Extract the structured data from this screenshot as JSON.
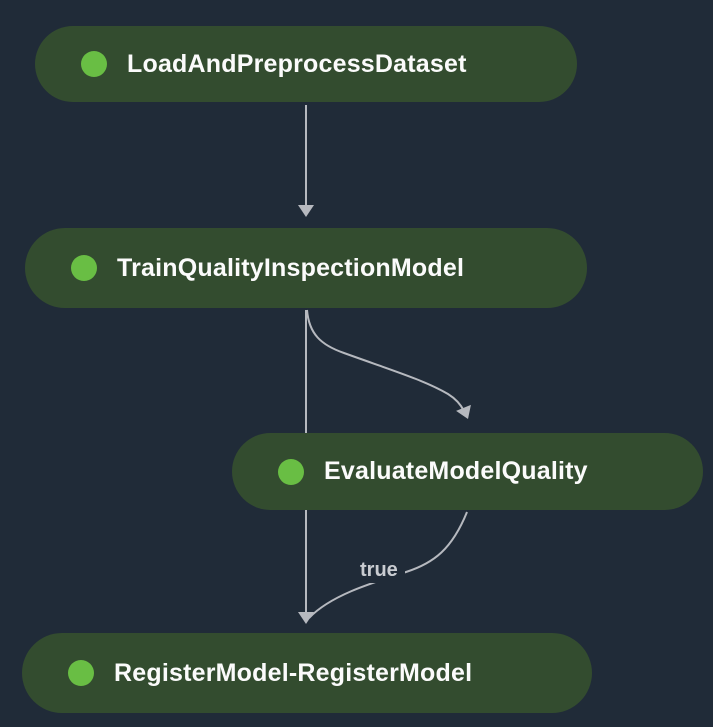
{
  "colors": {
    "background": "#202B38",
    "node_fill": "#334C2F",
    "node_text": "#FBFBFB",
    "status_dot": "#69BE44",
    "edge": "#B6B9BF",
    "edge_label_text": "#C9CCD1"
  },
  "diagram": {
    "type": "pipeline-dag",
    "nodes": [
      {
        "id": "load",
        "label": "LoadAndPreprocessDataset",
        "status": "success"
      },
      {
        "id": "train",
        "label": "TrainQualityInspectionModel",
        "status": "success"
      },
      {
        "id": "evaluate",
        "label": "EvaluateModelQuality",
        "status": "success"
      },
      {
        "id": "register",
        "label": "RegisterModel-RegisterModel",
        "status": "success"
      }
    ],
    "edges": [
      {
        "from": "load",
        "to": "train",
        "label": ""
      },
      {
        "from": "train",
        "to": "evaluate",
        "label": ""
      },
      {
        "from": "train",
        "to": "register",
        "label": ""
      },
      {
        "from": "evaluate",
        "to": "register",
        "label": "true"
      }
    ]
  }
}
